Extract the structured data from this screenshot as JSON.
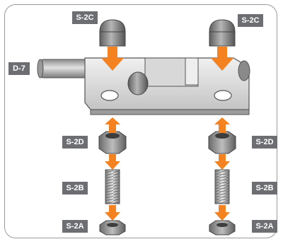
{
  "labels": {
    "s2c_left": "S-2C",
    "s2c_right": "S-2C",
    "d7": "D-7",
    "s2d_left": "S-2D",
    "s2d_right": "S-2D",
    "s2b_left": "S-2B",
    "s2b_right": "S-2B",
    "s2a_left": "S-2A",
    "s2a_right": "S-2A"
  },
  "colors": {
    "label_bg": "#6d6e71",
    "label_text": "#ffffff",
    "arrow": "#f58220",
    "frame": "#9a9a9a",
    "metal_light": "#e6e6e6",
    "metal_dark": "#6f6f6f"
  }
}
